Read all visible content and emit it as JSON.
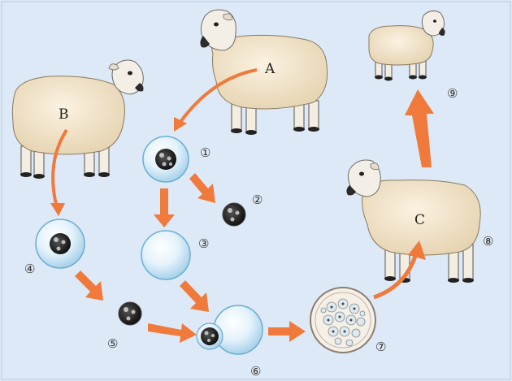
{
  "sheep": {
    "a": {
      "label": "A"
    },
    "b": {
      "label": "B"
    },
    "c": {
      "label": "C"
    }
  },
  "steps": {
    "s1": "①",
    "s2": "②",
    "s3": "③",
    "s4": "④",
    "s5": "⑤",
    "s6": "⑥",
    "s7": "⑦",
    "s8": "⑧",
    "s9": "⑨"
  },
  "colors": {
    "background": "#dde9f6",
    "arrow": "#f07a3c",
    "fleece": "#efe1c6",
    "cell": "#cfe6f4"
  }
}
